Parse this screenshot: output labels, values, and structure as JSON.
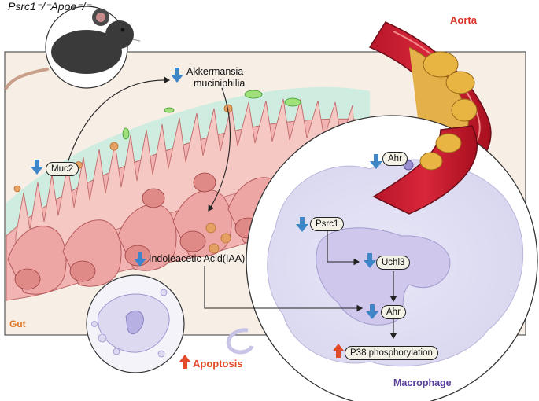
{
  "title_mouse": "Psrc1⁻/⁻Apoe⁻/⁻",
  "labels": {
    "aorta": "Aorta",
    "gut": "Gut",
    "macrophage": "Macrophage",
    "akkermansia_line1": "Akkermansia",
    "akkermansia_line2": "muciniphilia",
    "iaa": "Indoleacetic Acid(IAA)",
    "apoptosis": "Apoptosis"
  },
  "nodes": {
    "muc2": "Muc2",
    "ahr_aorta": "Ahr",
    "psrc1": "Psrc1",
    "uchl3": "Uchl3",
    "ahr_macrophage": "Ahr",
    "p38": "P38 phosphorylation"
  },
  "colors": {
    "down_arrow": "#3f86c8",
    "up_arrow": "#e24a2a",
    "aorta_label": "#d9372a",
    "gut_label": "#e07a2a",
    "macrophage_label": "#5a3f9a"
  }
}
